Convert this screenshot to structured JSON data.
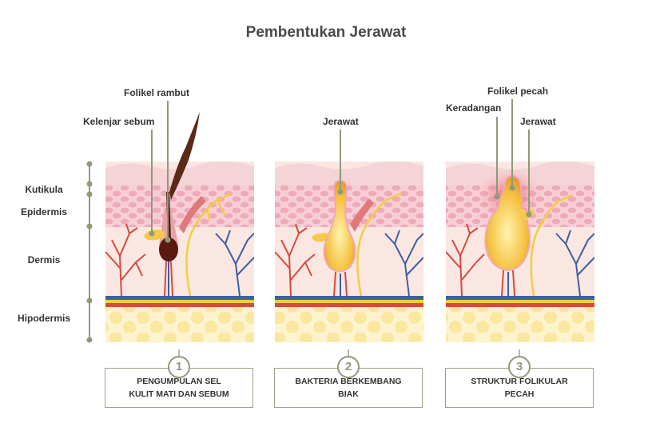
{
  "title": "Pembentukan Jerawat",
  "layers": {
    "kutikula": "Kutikula",
    "epidermis": "Epidermis",
    "dermis": "Dermis",
    "hipodermis": "Hipodermis"
  },
  "panels": [
    {
      "number": "1",
      "caption": "PENGUMPULAN SEL\nKULIT MATI DAN SEBUM",
      "callouts": {
        "hair_follicle": "Folikel rambut",
        "sebaceous_gland": "Kelenjar sebum"
      }
    },
    {
      "number": "2",
      "caption": "BAKTERIA BERKEMBANG\nBIAK",
      "callouts": {
        "pimple": "Jerawat"
      }
    },
    {
      "number": "3",
      "caption": "STRUKTUR FOLIKULAR\nPECAH",
      "callouts": {
        "ruptured_follicle": "Folikel pecah",
        "inflammation": "Keradangan",
        "pimple": "Jerawat"
      }
    }
  ],
  "colors": {
    "title": "#4a4a4a",
    "skin_top": "#f3d6d6",
    "skin_cells": "#f2b9c4",
    "dermis": "#fbe7e2",
    "fat": "#fbeaa9",
    "artery": "#d64a3f",
    "vein": "#3f5fa0",
    "nerve": "#f2cf3a",
    "sebum": "#f6c94c",
    "accent_line": "#8e9a7a"
  }
}
